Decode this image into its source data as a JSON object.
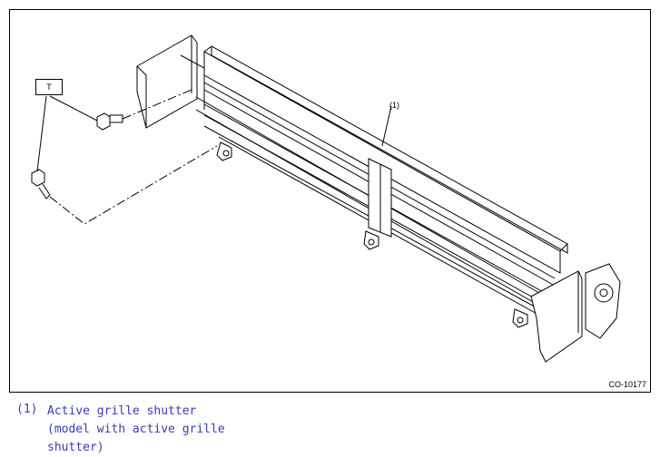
{
  "figure": {
    "code": "CO-10177",
    "torque_label": "T",
    "callout_label": "(1)"
  },
  "legend": {
    "items": [
      {
        "number": "(1)",
        "text": "Active grille shutter (model with active grille shutter)"
      }
    ]
  }
}
